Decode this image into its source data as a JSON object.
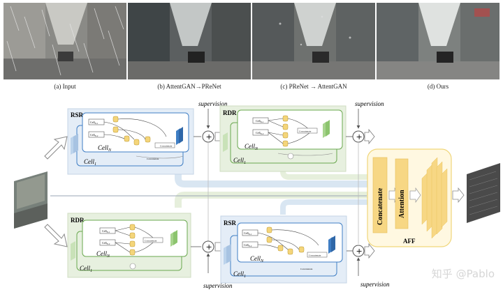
{
  "captions": {
    "a": "(a) Input",
    "b": "(b) AttentGAN→PReNet",
    "c": "(c) PReNet → AttentGAN",
    "d": "(d) Ours"
  },
  "diagram": {
    "rsr": "RSR",
    "rdr": "RDR",
    "supervision": "supervision",
    "cell_n": "Cell",
    "cell_n_sub": "N",
    "cell_1": "Cell",
    "cell_1_sub": "1",
    "concatenate_small": "Concatenate",
    "cell_in_1": "Cell",
    "cell_in_1_sub": "N-1",
    "cell_in_2": "Cell",
    "cell_in_2_sub": "N-2",
    "concatenate": "Concatenate",
    "attention": "Attention",
    "aff": "AFF",
    "plus": "+"
  },
  "watermark": "知乎 @Pablo",
  "colors": {
    "rsr_fill": "#e4edf7",
    "rdr_fill": "#e7f0df",
    "aff_fill": "#fff8e1",
    "aff_border": "#f0d67a",
    "aff_block": "#f7d784",
    "blue_block": "#3f7ec4",
    "green_block": "#8cc46e"
  }
}
